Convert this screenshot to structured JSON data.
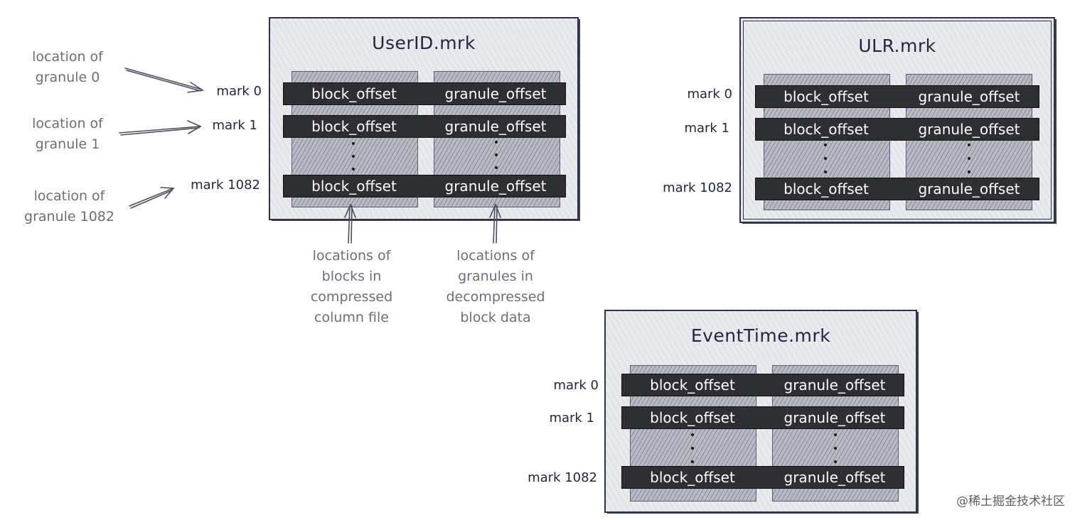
{
  "boxes": {
    "userid": {
      "title": "UserID.mrk",
      "rows": [
        {
          "mark": "mark 0",
          "block": "block_offset",
          "granule": "granule_offset"
        },
        {
          "mark": "mark 1",
          "block": "block_offset",
          "granule": "granule_offset"
        },
        {
          "mark": "mark 1082",
          "block": "block_offset",
          "granule": "granule_offset"
        }
      ]
    },
    "ulr": {
      "title": "ULR.mrk",
      "rows": [
        {
          "mark": "mark 0",
          "block": "block_offset",
          "granule": "granule_offset"
        },
        {
          "mark": "mark 1",
          "block": "block_offset",
          "granule": "granule_offset"
        },
        {
          "mark": "mark 1082",
          "block": "block_offset",
          "granule": "granule_offset"
        }
      ]
    },
    "eventtime": {
      "title": "EventTime.mrk",
      "rows": [
        {
          "mark": "mark 0",
          "block": "block_offset",
          "granule": "granule_offset"
        },
        {
          "mark": "mark 1",
          "block": "block_offset",
          "granule": "granule_offset"
        },
        {
          "mark": "mark 1082",
          "block": "block_offset",
          "granule": "granule_offset"
        }
      ]
    }
  },
  "annotations": {
    "granule0": "location of\ngranule 0",
    "granule1": "location of\ngranule 1",
    "granule1082": "location of\ngranule 1082",
    "blocks": "locations of\nblocks in\ncompressed\ncolumn file",
    "granules": "locations of\ngranules in\ndecompressed\nblock data"
  },
  "watermark": "@稀土掘金技术社区",
  "colors": {
    "ink": "#1f2640",
    "annotation": "#6b6f7d",
    "bar": "#2e2f33",
    "box_fill": "#e9eaed"
  }
}
